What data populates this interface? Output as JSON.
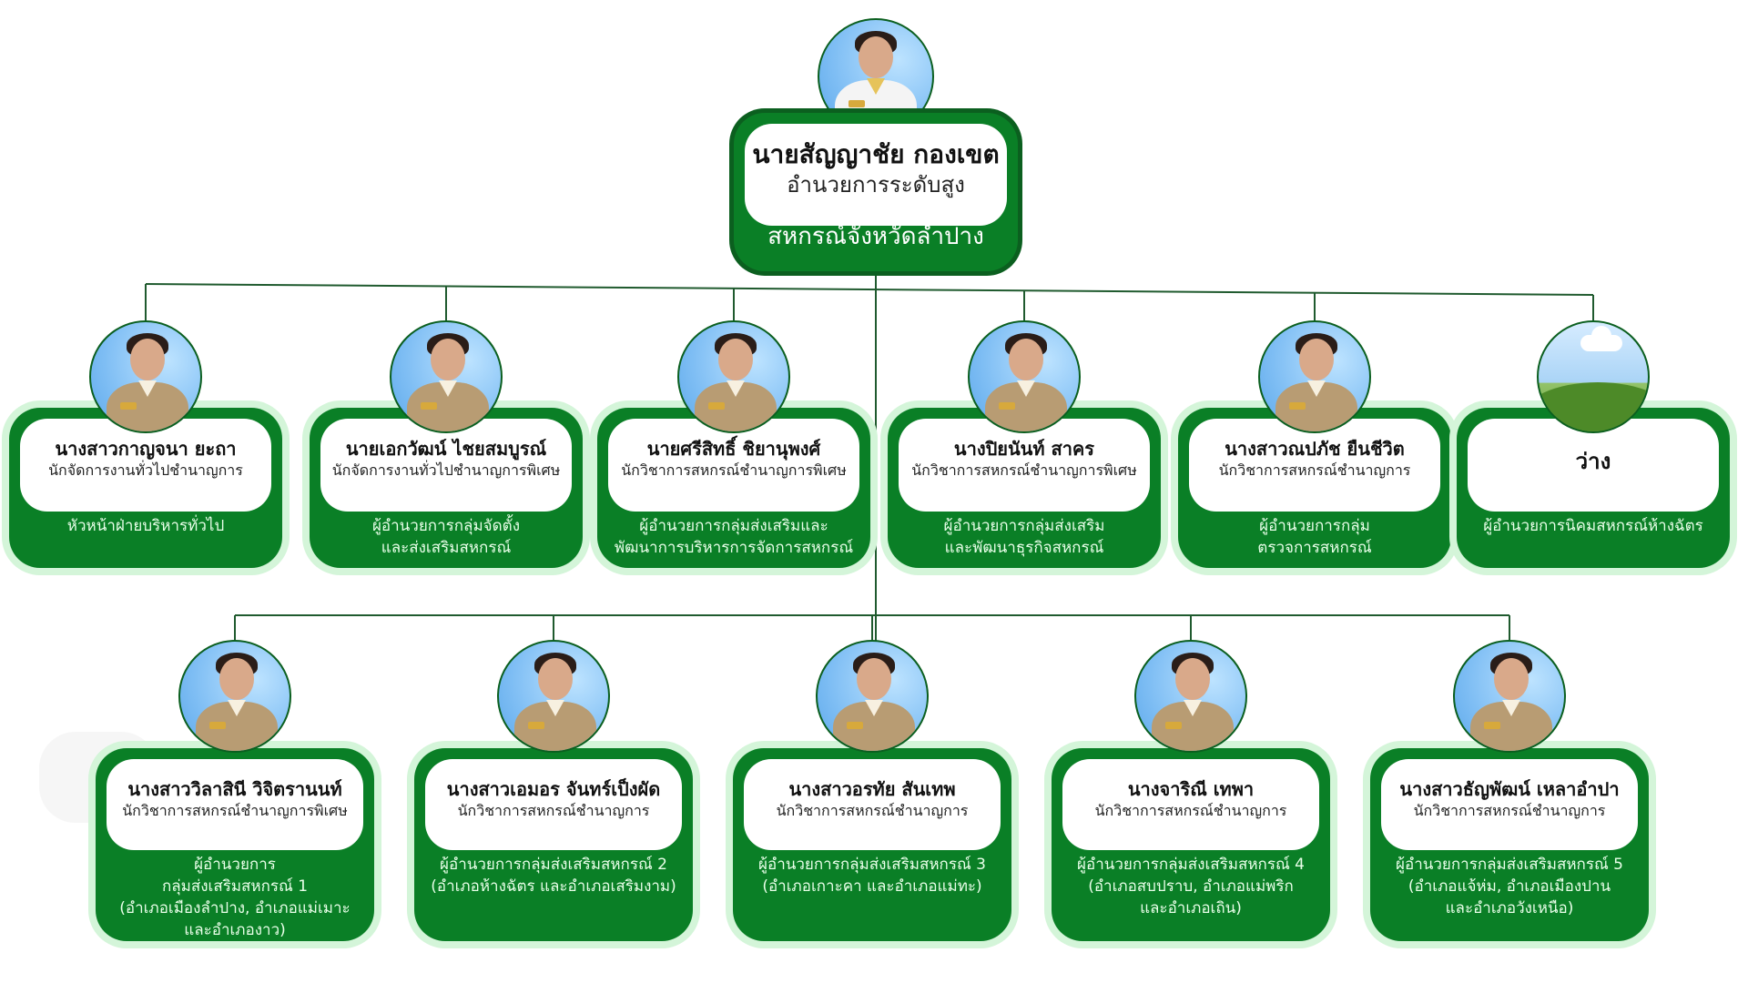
{
  "director": {
    "name": "นายสัญญาชัย กองเขต",
    "position": "อำนวยการระดับสูง",
    "department": "สหกรณ์จังหวัดลำปาง",
    "avatar_icon": "person-photo-icon"
  },
  "row1": [
    {
      "name": "นางสาวกาญจนา ยะถา",
      "position": "นักจัดการงานทั่วไปชำนาญการ",
      "department": [
        "หัวหน้าฝ่ายบริหารทั่วไป"
      ]
    },
    {
      "name": "นายเอกวัฒน์ ไชยสมบูรณ์",
      "position": "นักจัดการงานทั่วไปชำนาญการพิเศษ",
      "department": [
        "ผู้อำนวยการกลุ่มจัดตั้ง",
        "และส่งเสริมสหกรณ์"
      ]
    },
    {
      "name": "นายศรีสิทธิ์ ชิยานุพงศ์",
      "position": "นักวิชาการสหกรณ์ชำนาญการพิเศษ",
      "department": [
        "ผู้อำนวยการกลุ่มส่งเสริมและ",
        "พัฒนาการบริหารการจัดการสหกรณ์"
      ]
    },
    {
      "name": "นางปิยนันท์ สาคร",
      "position": "นักวิชาการสหกรณ์ชำนาญการพิเศษ",
      "department": [
        "ผู้อำนวยการกลุ่มส่งเสริม",
        "และพัฒนาธุรกิจสหกรณ์"
      ]
    },
    {
      "name": "นางสาวณปภัช ยืนชีวิต",
      "position": "นักวิชาการสหกรณ์ชำนาญการ",
      "department": [
        "ผู้อำนวยการกลุ่ม",
        "ตรวจการสหกรณ์"
      ]
    },
    {
      "name": "ว่าง",
      "position": "",
      "department": [
        "ผู้อำนวยการนิคมสหกรณ์ห้างฉัตร"
      ],
      "vacant": true
    }
  ],
  "row2": [
    {
      "name": "นางสาววิลาสินี วิจิตรานนท์",
      "position": "นักวิชาการสหกรณ์ชำนาญการพิเศษ",
      "department": [
        "ผู้อำนวยการ",
        "กลุ่มส่งเสริมสหกรณ์ 1",
        "(อำเภอเมืองลำปาง, อำเภอแม่เมาะ",
        "และอำเภองาว)"
      ]
    },
    {
      "name": "นางสาวเอมอร จันทร์เป็งผัด",
      "position": "นักวิชาการสหกรณ์ชำนาญการ",
      "department": [
        "ผู้อำนวยการกลุ่มส่งเสริมสหกรณ์ 2",
        "(อำเภอห้างฉัตร และอำเภอเสริมงาม)"
      ]
    },
    {
      "name": "นางสาวอรทัย สันเทพ",
      "position": "นักวิชาการสหกรณ์ชำนาญการ",
      "department": [
        "ผู้อำนวยการกลุ่มส่งเสริมสหกรณ์ 3",
        "(อำเภอเกาะคา และอำเภอแม่ทะ)"
      ]
    },
    {
      "name": "นางจาริณี เทพา",
      "position": "นักวิชาการสหกรณ์ชำนาญการ",
      "department": [
        "ผู้อำนวยการกลุ่มส่งเสริมสหกรณ์ 4",
        "(อำเภอสบปราบ, อำเภอแม่พริก",
        "และอำเภอเถิน)"
      ]
    },
    {
      "name": "นางสาวธัญพัฒน์ เหลาอำปา",
      "position": "นักวิชาการสหกรณ์ชำนาญการ",
      "department": [
        "ผู้อำนวยการกลุ่มส่งเสริมสหกรณ์ 5",
        "(อำเภอแจ้ห่ม, อำเภอเมืองปาน",
        "และอำเภอวังเหนือ)"
      ]
    }
  ],
  "colors": {
    "card_green": "#0a7f26",
    "halo": "#d4f5d9",
    "line": "#1f5a2e"
  }
}
